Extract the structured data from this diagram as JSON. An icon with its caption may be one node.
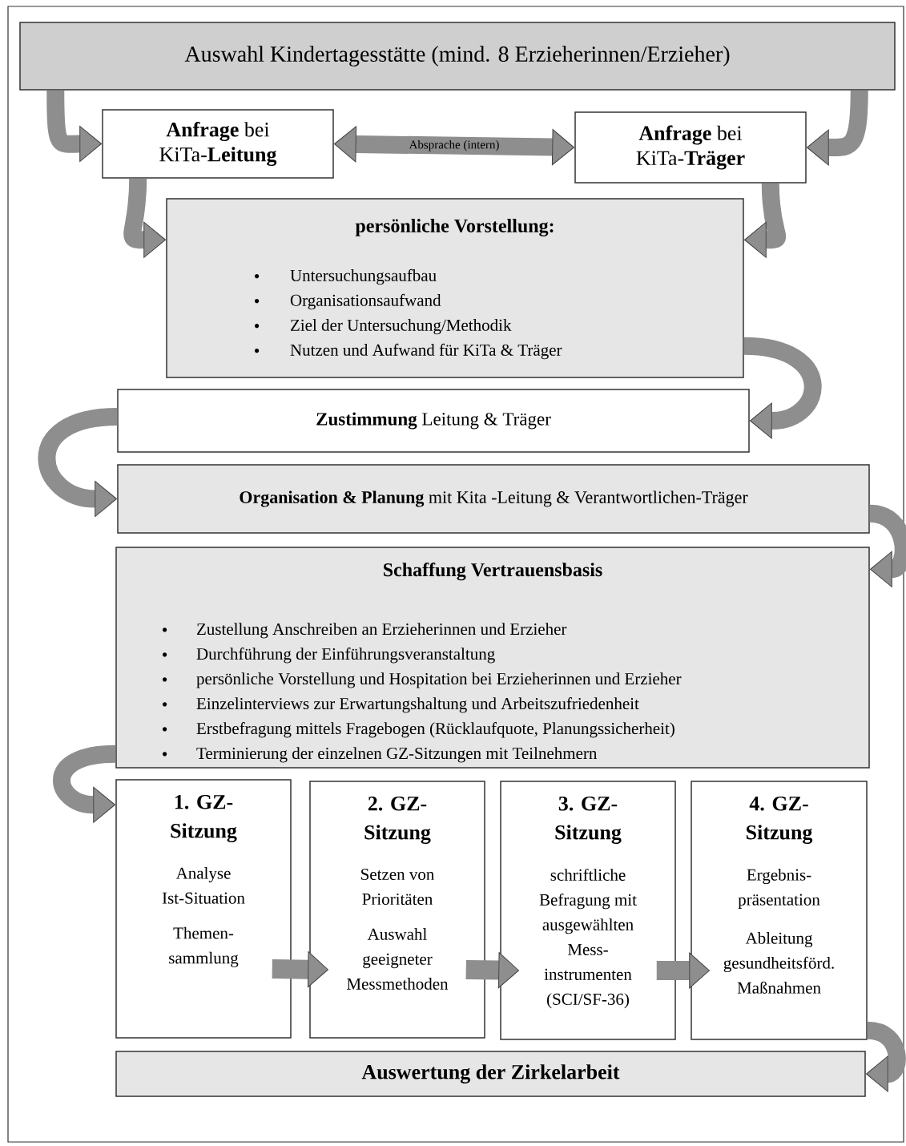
{
  "diagram": {
    "nodes": [
      {
        "text": [
          "Auswahl Kindertagesstätte (mind. 8 Erzieherinnen/Erzieher)"
        ]
      },
      {
        "text": [
          "**Anfrage** bei KiTa-**Leitung**"
        ]
      },
      {
        "text": [
          "**Anfrage** bei KiTa-**Träger**"
        ]
      },
      {
        "text": [
          "persönliche Vorstellung:",
          "Untersuchungsaufbau",
          "Organisationsaufwand",
          "Ziel der Untersuchung/Methodik",
          "Nutzen und Aufwand für KiTa & Träger"
        ]
      },
      {
        "text": [
          "**Zustimmung** Leitung & Träger"
        ]
      },
      {
        "text": [
          "**Organisation & Planung** mit Kita -Leitung & Verantwortlichen-Träger"
        ]
      },
      {
        "text": [
          "Schaffung Vertrauensbasis",
          "Zustellung Anschreiben an Erzieherinnen und Erzieher",
          "Durchführung der Einführungsveranstaltung",
          "persönliche Vorstellung und Hospitation bei Erzieherinnen und Erzieher",
          "Einzelinterviews zur Erwartungshaltung und Arbeitszufriedenheit",
          "Erstbefragung mittels Fragebogen (Rücklaufquote, Planungssicherheit)",
          "Terminierung der einzelnen GZ-Sitzungen mit Teilnehmern"
        ]
      },
      {
        "text": [
          "1. GZ-Sitzung",
          "Analyse Ist-Situation",
          "Themen- sammlung"
        ]
      },
      {
        "text": [
          "2. GZ-Sitzung",
          "Setzen von Prioritäten",
          "Auswahl geeigneter Messmethoden"
        ]
      },
      {
        "text": [
          "3. GZ-Sitzung",
          "schriftliche Befragung mit ausgewählten Mess- instrumenten (SCI/SF-36)"
        ]
      },
      {
        "text": [
          "4. GZ-Sitzung",
          "Ergebnis- präsentation",
          "Ableitung gesundheitsförd. Maßnahmen"
        ]
      },
      {
        "text": [
          "Auswertung der Zirkelarbeit"
        ]
      }
    ],
    "edges": [
      {
        "from": 0,
        "to": 1,
        "arrow": "to"
      },
      {
        "from": 0,
        "to": 2,
        "arrow": "to"
      },
      {
        "from": 1,
        "to": 2,
        "arrow": "both",
        "label": "Absprache (intern)"
      },
      {
        "from": 1,
        "to": 3,
        "arrow": "to"
      },
      {
        "from": 2,
        "to": 3,
        "arrow": "to"
      },
      {
        "from": 3,
        "to": 4,
        "arrow": "to"
      },
      {
        "from": 4,
        "to": 5,
        "arrow": "to"
      },
      {
        "from": 5,
        "to": 6,
        "arrow": "to"
      },
      {
        "from": 6,
        "to": 7,
        "arrow": "to"
      },
      {
        "from": 7,
        "to": 8,
        "arrow": "to"
      },
      {
        "from": 8,
        "to": 9,
        "arrow": "to"
      },
      {
        "from": 9,
        "to": 10,
        "arrow": "to"
      },
      {
        "from": 10,
        "to": 11,
        "arrow": "to"
      }
    ]
  }
}
